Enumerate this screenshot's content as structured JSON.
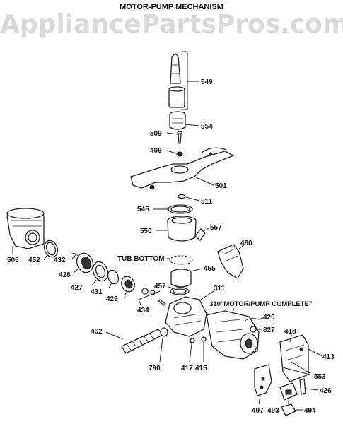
{
  "title": "MOTOR-PUMP MECHANISM",
  "watermark": "AppliancePartsPros.com",
  "callouts": {
    "c549": "549",
    "c554": "554",
    "c509": "509",
    "c409": "409",
    "c501": "501",
    "c511": "511",
    "c545": "545",
    "c557": "557",
    "c550": "550",
    "c480": "480",
    "c505": "505",
    "c452": "452",
    "c432": "432",
    "c428": "428",
    "c427": "427",
    "c431": "431",
    "c429": "429",
    "c455": "455",
    "c457": "457",
    "c434": "434",
    "c311": "311",
    "c420": "420",
    "c827": "827",
    "c418": "418",
    "c413": "413",
    "c553": "553",
    "c462": "462",
    "c790": "790",
    "c417": "417",
    "c415": "415",
    "c497": "497",
    "c493": "493",
    "c494": "494",
    "c426": "426"
  },
  "labels": {
    "tub_bottom": "TUB BOTTOM",
    "motor_pump_complete": "310\"MOTOR/PUMP COMPLETE\""
  }
}
